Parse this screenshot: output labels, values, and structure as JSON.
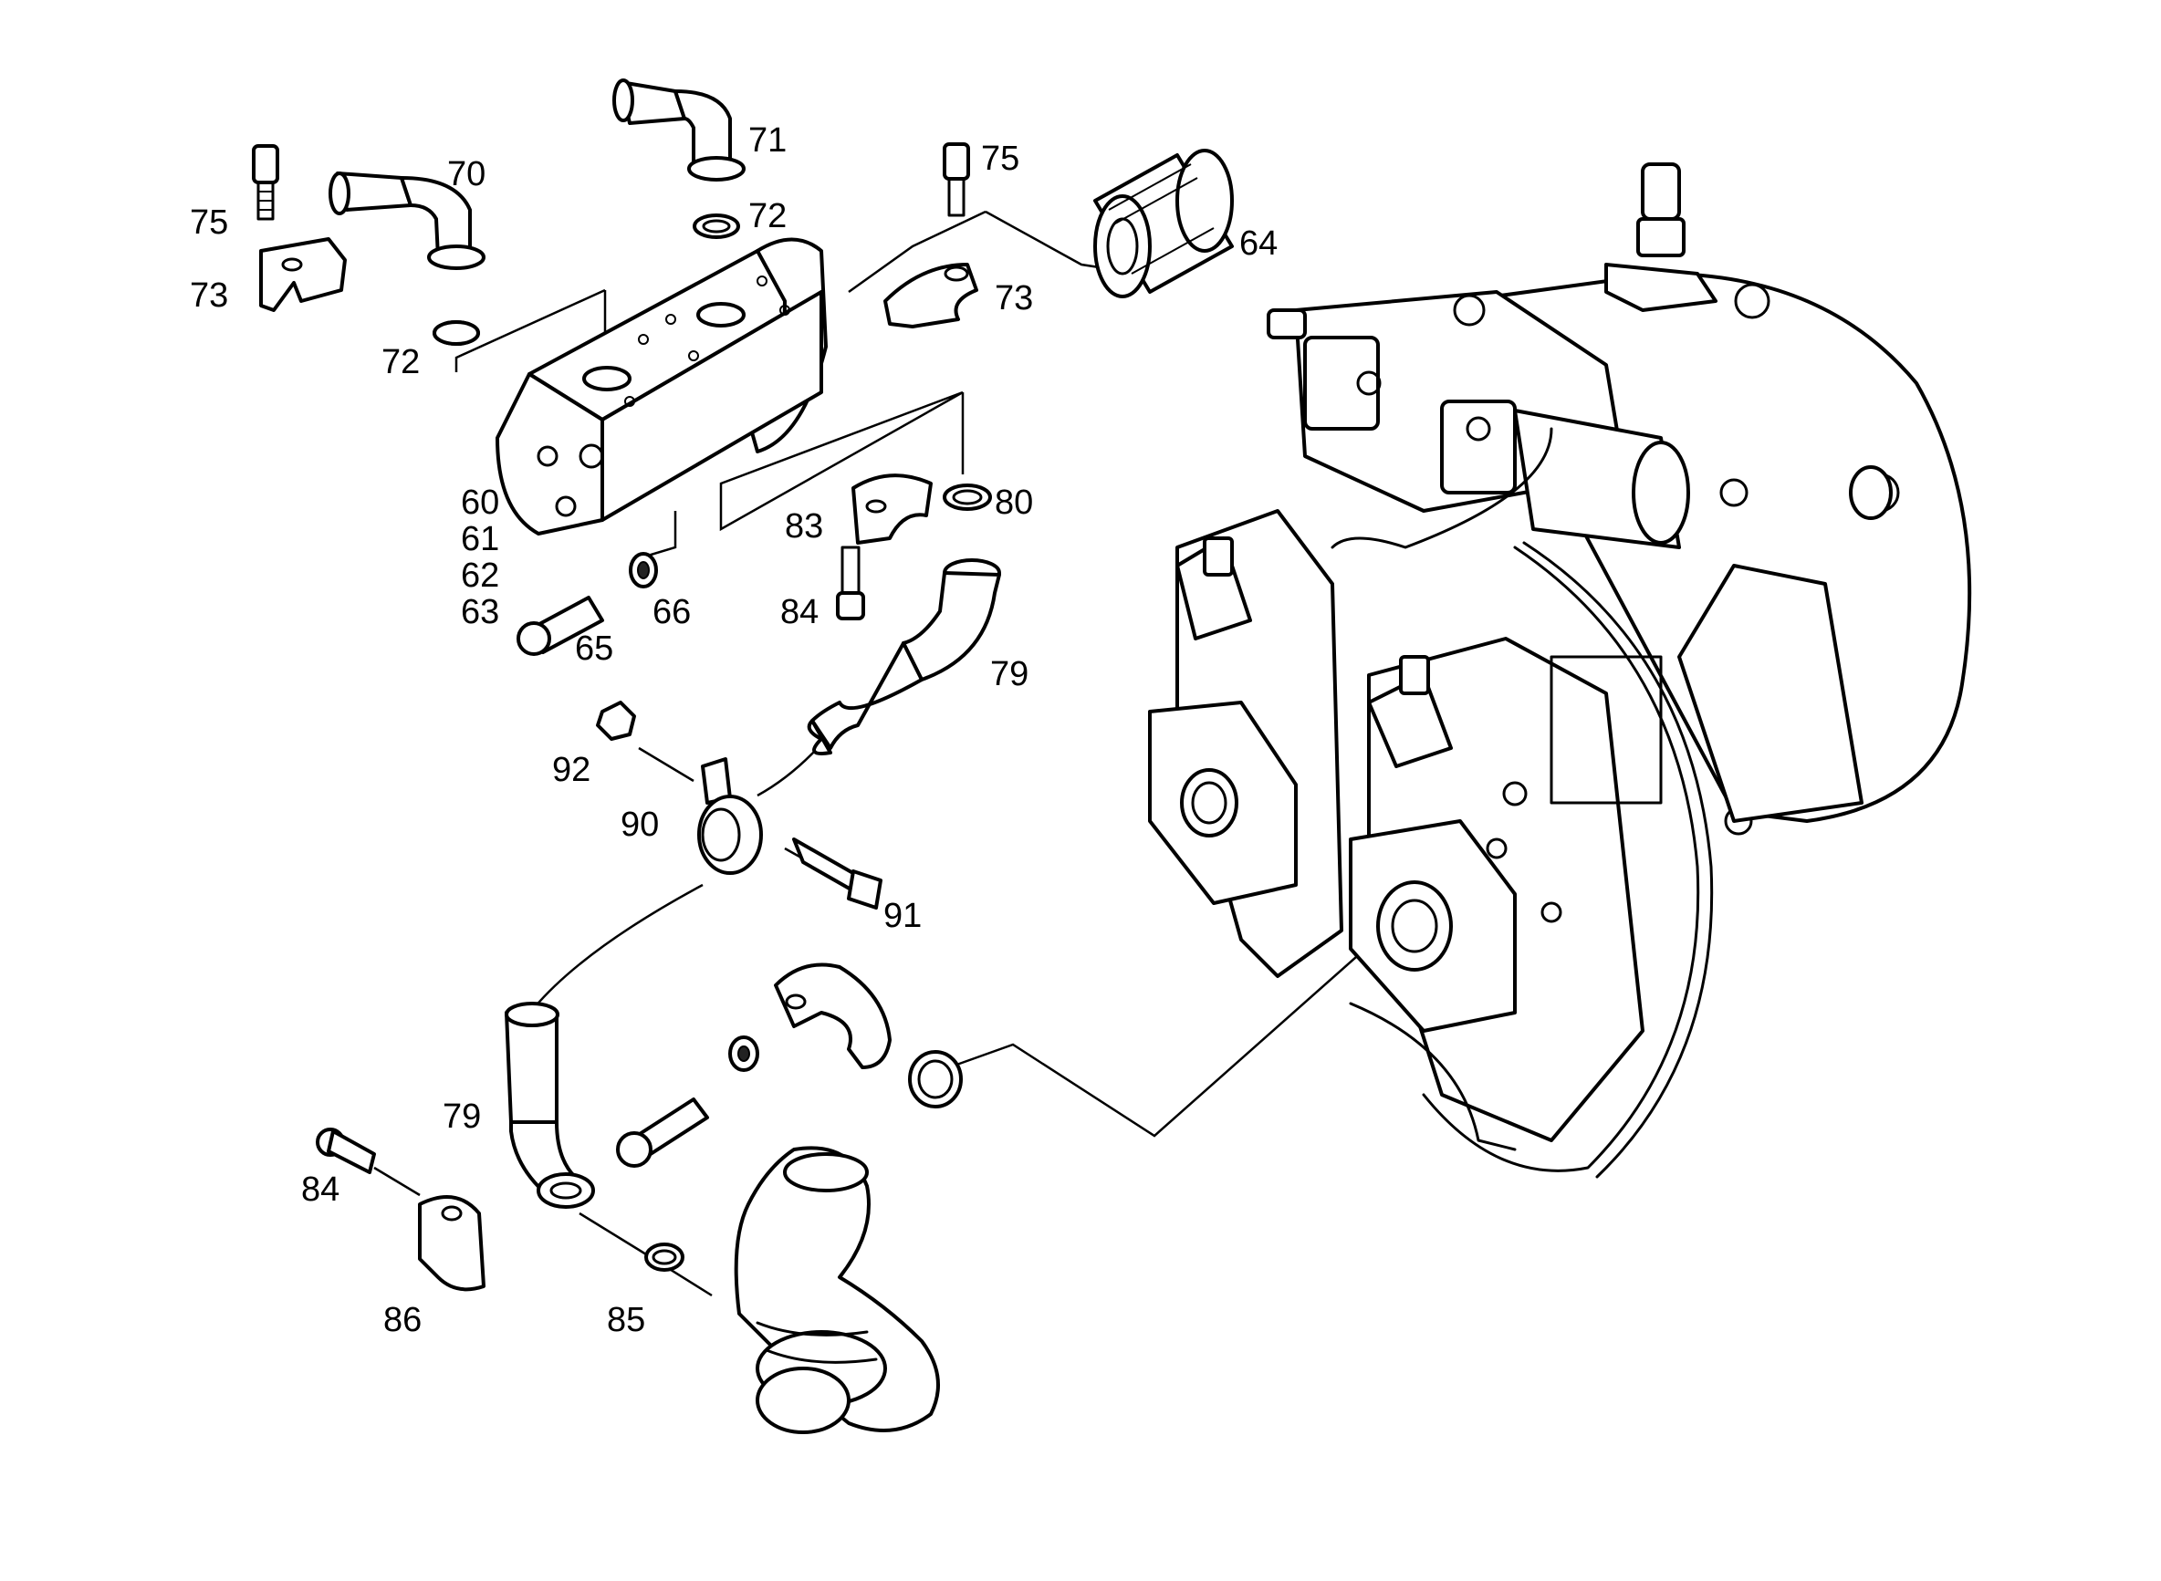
{
  "diagram": {
    "callouts": {
      "c75a": "75",
      "c73a": "73",
      "c70": "70",
      "c72a": "72",
      "c71": "71",
      "c72b": "72",
      "c75b": "75",
      "c73b": "73",
      "c64": "64",
      "c60": "60",
      "c61": "61",
      "c62": "62",
      "c63": "63",
      "c65": "65",
      "c66": "66",
      "c83": "83",
      "c80": "80",
      "c84a": "84",
      "c79a": "79",
      "c92": "92",
      "c90": "90",
      "c91": "91",
      "c79b": "79",
      "c84b": "84",
      "c86": "86",
      "c85": "85"
    }
  }
}
